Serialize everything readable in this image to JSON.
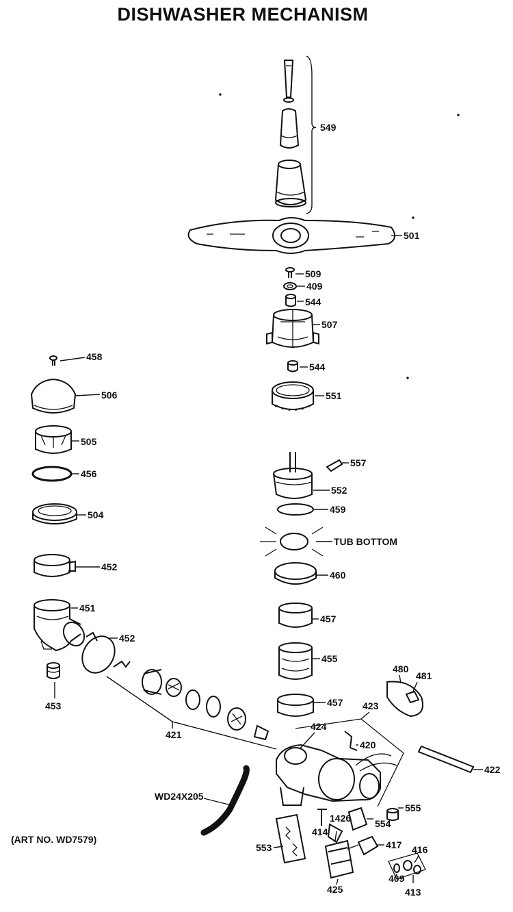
{
  "title": "DISHWASHER MECHANISM",
  "art_number": "(ART NO. WD7579)",
  "parts": {
    "p549": "549",
    "p501": "501",
    "p509": "509",
    "p409a": "409",
    "p544a": "544",
    "p507": "507",
    "p544b": "544",
    "p551": "551",
    "p458": "458",
    "p506": "506",
    "p505": "505",
    "p456": "456",
    "p504": "504",
    "p452a": "452",
    "p451": "451",
    "p452b": "452",
    "p453": "453",
    "p421": "421",
    "p557": "557",
    "p552": "552",
    "p459": "459",
    "tub_bottom": "TUB BOTTOM",
    "p460": "460",
    "p457a": "457",
    "p455": "455",
    "p457b": "457",
    "p480": "480",
    "p481": "481",
    "p423": "423",
    "p424": "424",
    "p420": "420",
    "p422": "422",
    "hose": "WD24X205",
    "p555": "555",
    "p414": "414",
    "p1426": "1426",
    "p554": "554",
    "p417": "417",
    "p553": "553",
    "p416": "416",
    "p425": "425",
    "p409b": "409",
    "p413": "413"
  }
}
